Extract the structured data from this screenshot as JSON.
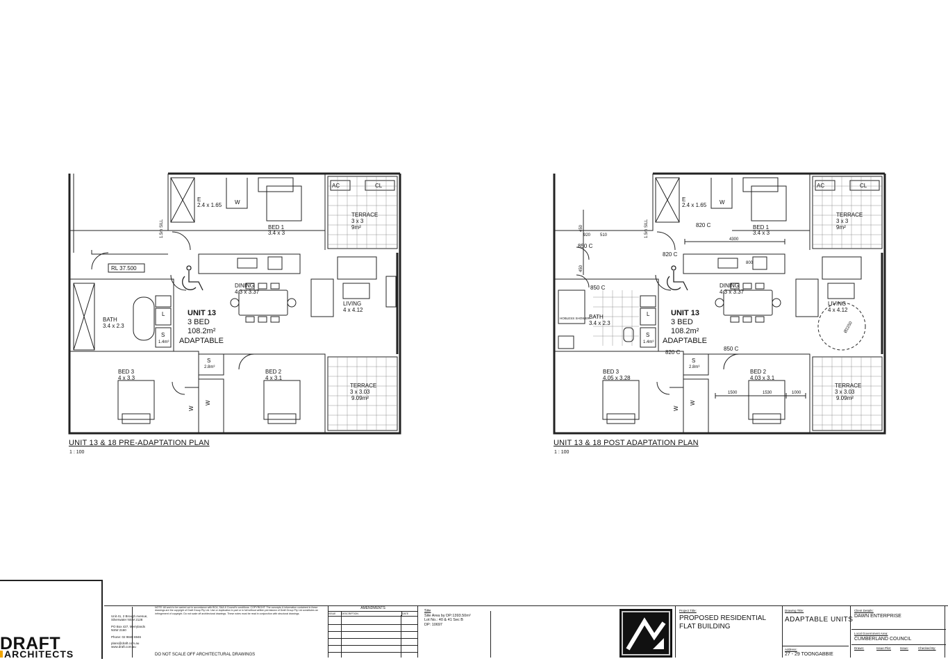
{
  "plans": [
    {
      "title": "UNIT 13 & 18 PRE-ADAPTATION PLAN",
      "scale": "1 : 100",
      "rl": "RL 37.500",
      "sill": "1.5m SILL",
      "unit_name": "UNIT 13",
      "unit_beds": "3 BED",
      "unit_area": "108.2m²",
      "unit_type": "ADAPTABLE",
      "rooms": {
        "ensuite": "E",
        "ensuite_dim": "2.4 x 1.65",
        "wardrobe": "W",
        "bed1": "BED 1",
        "bed1_dim": "3.4 x 3",
        "terrace1": "TERRACE",
        "terrace1_dim": "3 x 3",
        "terrace1_area": "9m²",
        "ac": "AC",
        "cl": "CL",
        "dining": "DINING",
        "dining_dim": "4.3 x 3.37",
        "living": "LIVING",
        "living_dim": "4 x 4.12",
        "bath": "BATH",
        "bath_dim": "3.4 x 2.3",
        "laundry": "L",
        "store1": "S",
        "store1_area": "1.4m³",
        "store2": "S",
        "store2_area": "2.8m³",
        "bed3": "BED 3",
        "bed3_dim": "4 x 3.3",
        "bed2": "BED 2",
        "bed2_dim": "4 x 3.1",
        "terrace2": "TERRACE",
        "terrace2_dim": "3 x 3.03",
        "terrace2_area": "9.09m²",
        "w1": "W",
        "w2": "W",
        "w3": "W"
      }
    },
    {
      "title": "UNIT 13 & 18 POST ADAPTATION PLAN",
      "scale": "1 : 100",
      "sill": "1.5m SILL",
      "unit_name": "UNIT 13",
      "unit_beds": "3 BED",
      "unit_area": "108.2m²",
      "unit_type": "ADAPTABLE",
      "rooms": {
        "ensuite": "E",
        "ensuite_dim": "2.4 x 1.65",
        "wardrobe": "W",
        "bed1": "BED 1",
        "bed1_dim": "3.4 x 3",
        "terrace1": "TERRACE",
        "terrace1_dim": "3 x 3",
        "terrace1_area": "9m²",
        "ac": "AC",
        "cl": "CL",
        "dining": "DINING",
        "dining_dim": "4.3 x 3.37",
        "living": "LIVING",
        "living_dim": "4 x 4.12",
        "bath": "BATH",
        "bath_dim": "3.4 x 2.3",
        "laundry": "L",
        "store1": "S",
        "store1_area": "1.4m³",
        "store2": "S",
        "store2_area": "2.8m³",
        "bed3": "BED 3",
        "bed3_dim": "4.05 x 3.28",
        "bed2": "BED 2",
        "bed2_dim": "4.03 x 3.1",
        "terrace2": "TERRACE",
        "terrace2_dim": "3 x 3.03",
        "terrace2_area": "9.09m²",
        "w1": "W",
        "w2": "W",
        "w3": "W"
      },
      "annotations": {
        "d820a": "820 C",
        "d820b": "820 C",
        "d820c": "820 C",
        "d850a": "850 C",
        "d850b": "850 C",
        "d850c": "850 C",
        "dim4300": "4300",
        "dim800": "800",
        "dim1500": "1500",
        "dim1530": "1530",
        "dim1000": "1000",
        "dim920": "920",
        "dim510": "510",
        "dim450a": "450",
        "dim450b": "450",
        "circle": "Ø2250",
        "shower": "HOBLESS SHOWER"
      }
    }
  ],
  "title_block": {
    "company_word1": "DRAFT",
    "company_word2": "ARCHITECTS",
    "address1": "Unit 41, 2 Brough Avenue,",
    "address2": "Silverwater NSW 2128",
    "po1": "PO Box 427, Merrylands",
    "po2": "NSW 2160",
    "phone": "Phone: 02 9848 6946",
    "email": "plans@draft.com.au",
    "web": "www.draft.com.au",
    "note": "NOTE: All work to be carried out in accordance with BCA, SAA & Council's conditions. COPYRIGHT: The concepts & information contained in these drawings are the copyright of Draft Group Pty Ltd. Use or duplication in part or in full without written permission of Draft Group Pty Ltd constitutes an infringement of copyright. Do not scale off architectural drawings. These notes must be read in conjunction with structural drawings.",
    "do_not_scale": "DO NOT SCALE OFF ARCHITECTURAL DRAWINGS",
    "amendments_title": "AMENDMENTS",
    "amendments_cols": [
      "ISSUE",
      "DESCRIPTION",
      "DATE"
    ],
    "site_label": "Site",
    "site_area": "Site Area by DP:1393.50m²",
    "lot": "Lot No.: 40 & 41 Sec B",
    "dp": "DP: 10697",
    "project_title_label": "Project Title:",
    "project_title_1": "PROPOSED RESIDENTIAL",
    "project_title_2": "FLAT BUILDING",
    "drawing_title_label": "Drawing Title:",
    "drawing_title": "ADAPTABLE UNITS",
    "address_label": "Address:",
    "address_value": "27 - 29 TOONGABBIE",
    "client_label": "Client Details:",
    "client": "DAWN ENTERPRISE",
    "lga_label": "Local Government Area:",
    "lga": "CUMBERLAND COUNCIL",
    "small_cols": [
      "Drawn:",
      "Issue Plot:",
      "Issue:",
      "Checked By:"
    ]
  }
}
